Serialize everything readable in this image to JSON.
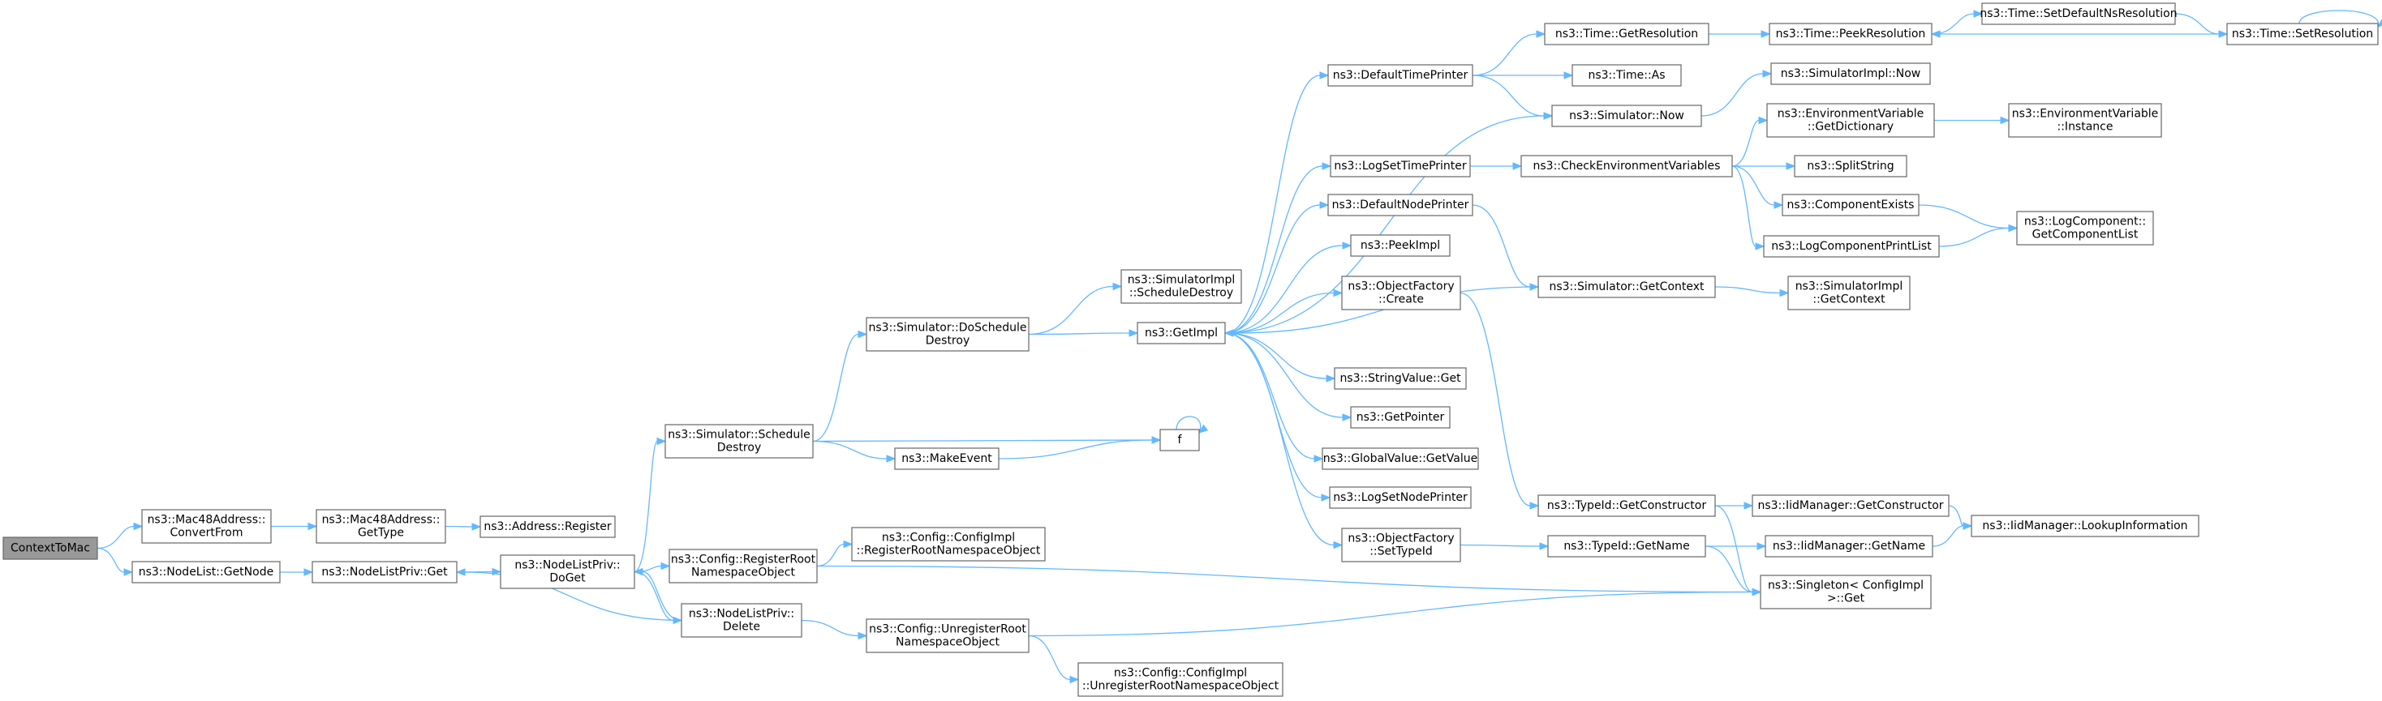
{
  "nodes": [
    {
      "id": "n1",
      "lines": [
        "ContextToMac"
      ],
      "root": true
    },
    {
      "id": "n2",
      "lines": [
        "ns3::Mac48Address::",
        "ConvertFrom"
      ]
    },
    {
      "id": "n3",
      "lines": [
        "ns3::NodeList::GetNode"
      ]
    },
    {
      "id": "n4",
      "lines": [
        "ns3::Mac48Address::",
        "GetType"
      ]
    },
    {
      "id": "n5",
      "lines": [
        "ns3::NodeListPriv::Get"
      ]
    },
    {
      "id": "n6",
      "lines": [
        "ns3::Address::Register"
      ]
    },
    {
      "id": "n7",
      "lines": [
        "ns3::NodeListPriv::",
        "DoGet"
      ]
    },
    {
      "id": "n8",
      "lines": [
        "ns3::Simulator::Schedule",
        "Destroy"
      ]
    },
    {
      "id": "n9",
      "lines": [
        "ns3::Config::RegisterRoot",
        "NamespaceObject"
      ]
    },
    {
      "id": "n10",
      "lines": [
        "ns3::NodeListPriv::",
        "Delete"
      ]
    },
    {
      "id": "n11",
      "lines": [
        "ns3::Simulator::DoSchedule",
        "Destroy"
      ]
    },
    {
      "id": "n12",
      "lines": [
        "ns3::MakeEvent"
      ]
    },
    {
      "id": "n13",
      "lines": [
        "ns3::Config::ConfigImpl",
        "::RegisterRootNamespaceObject"
      ]
    },
    {
      "id": "n14",
      "lines": [
        "ns3::Config::UnregisterRoot",
        "NamespaceObject"
      ]
    },
    {
      "id": "n15",
      "lines": [
        "ns3::SimulatorImpl",
        "::ScheduleDestroy"
      ]
    },
    {
      "id": "n16",
      "lines": [
        "ns3::GetImpl"
      ]
    },
    {
      "id": "n17",
      "lines": [
        "f"
      ]
    },
    {
      "id": "n18",
      "lines": [
        "ns3::Config::ConfigImpl",
        "::UnregisterRootNamespaceObject"
      ]
    },
    {
      "id": "n19",
      "lines": [
        "ns3::DefaultTimePrinter"
      ]
    },
    {
      "id": "n20",
      "lines": [
        "ns3::LogSetTimePrinter"
      ]
    },
    {
      "id": "n21",
      "lines": [
        "ns3::DefaultNodePrinter"
      ]
    },
    {
      "id": "n22",
      "lines": [
        "ns3::PeekImpl"
      ]
    },
    {
      "id": "n23",
      "lines": [
        "ns3::ObjectFactory",
        "::Create"
      ]
    },
    {
      "id": "n24",
      "lines": [
        "ns3::StringValue::Get"
      ]
    },
    {
      "id": "n25",
      "lines": [
        "ns3::GetPointer"
      ]
    },
    {
      "id": "n26",
      "lines": [
        "ns3::GlobalValue::GetValue"
      ]
    },
    {
      "id": "n27",
      "lines": [
        "ns3::LogSetNodePrinter"
      ]
    },
    {
      "id": "n28",
      "lines": [
        "ns3::ObjectFactory",
        "::SetTypeId"
      ]
    },
    {
      "id": "n29",
      "lines": [
        "ns3::Time::GetResolution"
      ]
    },
    {
      "id": "n30",
      "lines": [
        "ns3::Time::As"
      ]
    },
    {
      "id": "n31",
      "lines": [
        "ns3::Simulator::Now"
      ]
    },
    {
      "id": "n32",
      "lines": [
        "ns3::CheckEnvironmentVariables"
      ]
    },
    {
      "id": "n33",
      "lines": [
        "ns3::Simulator::GetContext"
      ]
    },
    {
      "id": "n34",
      "lines": [
        "ns3::TypeId::GetConstructor"
      ]
    },
    {
      "id": "n35",
      "lines": [
        "ns3::TypeId::GetName"
      ]
    },
    {
      "id": "n36",
      "lines": [
        "ns3::Time::PeekResolution"
      ]
    },
    {
      "id": "n37",
      "lines": [
        "ns3::SimulatorImpl::Now"
      ]
    },
    {
      "id": "n38",
      "lines": [
        "ns3::EnvironmentVariable",
        "::GetDictionary"
      ]
    },
    {
      "id": "n39",
      "lines": [
        "ns3::SplitString"
      ]
    },
    {
      "id": "n40",
      "lines": [
        "ns3::ComponentExists"
      ]
    },
    {
      "id": "n41",
      "lines": [
        "ns3::LogComponentPrintList"
      ]
    },
    {
      "id": "n42",
      "lines": [
        "ns3::SimulatorImpl",
        "::GetContext"
      ]
    },
    {
      "id": "n43",
      "lines": [
        "ns3::IidManager::GetConstructor"
      ]
    },
    {
      "id": "n44",
      "lines": [
        "ns3::IidManager::GetName"
      ]
    },
    {
      "id": "n45",
      "lines": [
        "ns3::Singleton< ConfigImpl",
        " >::Get"
      ]
    },
    {
      "id": "n46",
      "lines": [
        "ns3::Time::SetDefaultNsResolution"
      ]
    },
    {
      "id": "n47",
      "lines": [
        "ns3::EnvironmentVariable",
        "::Instance"
      ]
    },
    {
      "id": "n48",
      "lines": [
        "ns3::LogComponent::",
        "GetComponentList"
      ]
    },
    {
      "id": "n49",
      "lines": [
        "ns3::IidManager::LookupInformation"
      ]
    },
    {
      "id": "n50",
      "lines": [
        "ns3::Time::SetResolution"
      ]
    }
  ],
  "edges": [
    {
      "from": "n1",
      "to": "n2"
    },
    {
      "from": "n1",
      "to": "n3"
    },
    {
      "from": "n2",
      "to": "n4"
    },
    {
      "from": "n3",
      "to": "n5"
    },
    {
      "from": "n4",
      "to": "n6"
    },
    {
      "from": "n5",
      "to": "n7"
    },
    {
      "from": "n7",
      "to": "n8"
    },
    {
      "from": "n7",
      "to": "n9"
    },
    {
      "from": "n7",
      "to": "n10"
    },
    {
      "from": "n10",
      "to": "n7"
    },
    {
      "from": "n10",
      "to": "n5"
    },
    {
      "from": "n10",
      "to": "n14"
    },
    {
      "from": "n8",
      "to": "n11"
    },
    {
      "from": "n8",
      "to": "n12"
    },
    {
      "from": "n8",
      "to": "n17"
    },
    {
      "from": "n9",
      "to": "n13"
    },
    {
      "from": "n9",
      "to": "n45"
    },
    {
      "from": "n14",
      "to": "n18"
    },
    {
      "from": "n14",
      "to": "n45"
    },
    {
      "from": "n11",
      "to": "n15"
    },
    {
      "from": "n11",
      "to": "n16"
    },
    {
      "from": "n12",
      "to": "n17"
    },
    {
      "from": "n17",
      "to": "n17"
    },
    {
      "from": "n16",
      "to": "n19"
    },
    {
      "from": "n16",
      "to": "n20"
    },
    {
      "from": "n16",
      "to": "n21"
    },
    {
      "from": "n16",
      "to": "n22"
    },
    {
      "from": "n16",
      "to": "n23"
    },
    {
      "from": "n16",
      "to": "n24"
    },
    {
      "from": "n16",
      "to": "n25"
    },
    {
      "from": "n16",
      "to": "n26"
    },
    {
      "from": "n16",
      "to": "n27"
    },
    {
      "from": "n16",
      "to": "n28"
    },
    {
      "from": "n16",
      "to": "n31"
    },
    {
      "from": "n19",
      "to": "n29"
    },
    {
      "from": "n19",
      "to": "n30"
    },
    {
      "from": "n19",
      "to": "n31"
    },
    {
      "from": "n20",
      "to": "n32"
    },
    {
      "from": "n21",
      "to": "n33"
    },
    {
      "from": "n33",
      "to": "n16"
    },
    {
      "from": "n33",
      "to": "n42"
    },
    {
      "from": "n23",
      "to": "n34"
    },
    {
      "from": "n28",
      "to": "n35"
    },
    {
      "from": "n29",
      "to": "n36"
    },
    {
      "from": "n31",
      "to": "n37"
    },
    {
      "from": "n32",
      "to": "n38"
    },
    {
      "from": "n32",
      "to": "n39"
    },
    {
      "from": "n32",
      "to": "n40"
    },
    {
      "from": "n32",
      "to": "n41"
    },
    {
      "from": "n34",
      "to": "n43"
    },
    {
      "from": "n34",
      "to": "n45"
    },
    {
      "from": "n35",
      "to": "n44"
    },
    {
      "from": "n35",
      "to": "n45"
    },
    {
      "from": "n36",
      "to": "n46"
    },
    {
      "from": "n46",
      "to": "n50"
    },
    {
      "from": "n50",
      "to": "n36"
    },
    {
      "from": "n50",
      "to": "n50"
    },
    {
      "from": "n38",
      "to": "n47"
    },
    {
      "from": "n40",
      "to": "n48"
    },
    {
      "from": "n41",
      "to": "n48"
    },
    {
      "from": "n43",
      "to": "n49"
    },
    {
      "from": "n44",
      "to": "n49"
    }
  ],
  "colors": {
    "edge": "#63b8ff",
    "node_border": "#666666",
    "node_fill": "#ffffff",
    "root_fill": "#999999",
    "text": "#000000"
  }
}
